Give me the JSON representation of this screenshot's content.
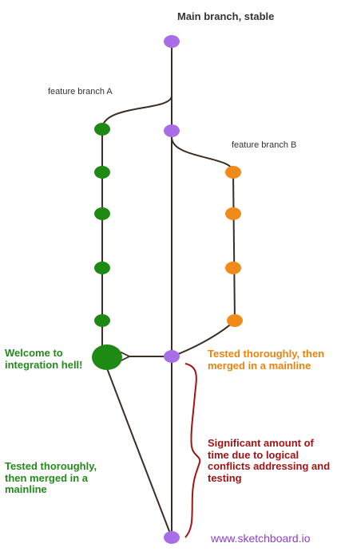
{
  "title": "Main branch, stable",
  "feature_a_label": "feature branch A",
  "feature_b_label": "feature branch B",
  "integration_hell": "Welcome to integration hell!",
  "tested_b": "Tested thoroughly, then merged in a mainline",
  "tested_a": "Tested thoroughly, then merged in a mainline",
  "significant_time": "Significant amount of time due to logical conflicts addressing and testing",
  "watermark": "www.sketchboard.io",
  "colors": {
    "main": "#a86ee8",
    "feature_a": "#1e8a14",
    "feature_b": "#f08a1a",
    "line": "#3b2e22",
    "bracket": "#a01515",
    "watermark": "#8a3fd0"
  }
}
